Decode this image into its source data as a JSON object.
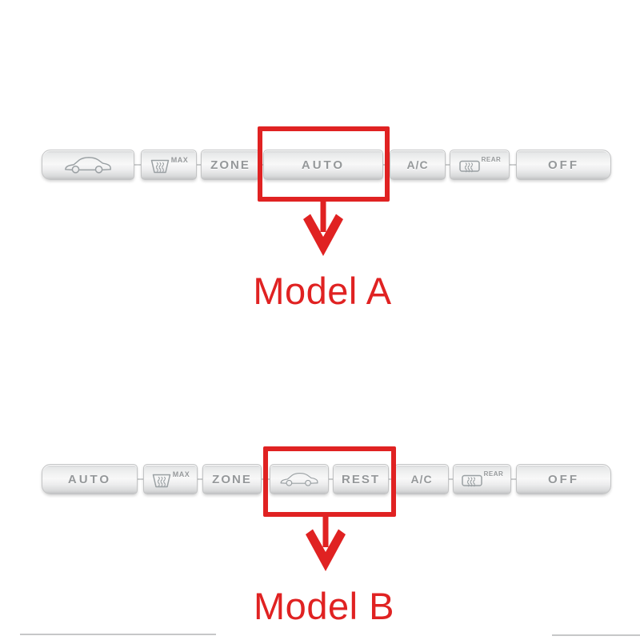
{
  "colors": {
    "accent_red": "#e02222",
    "button_text": "#95989a"
  },
  "model_a": {
    "label": "Model A",
    "buttons": [
      {
        "name": "recirculation",
        "icon": "car-icon"
      },
      {
        "name": "defrost-max",
        "icon": "windshield-defrost-icon",
        "label": "MAX"
      },
      {
        "name": "zone",
        "label": "ZONE"
      },
      {
        "name": "auto",
        "label": "AUTO",
        "highlighted": true
      },
      {
        "name": "ac",
        "label": "A/C"
      },
      {
        "name": "rear-defrost",
        "icon": "rear-defrost-icon",
        "label": "REAR"
      },
      {
        "name": "off",
        "label": "OFF"
      }
    ]
  },
  "model_b": {
    "label": "Model B",
    "buttons": [
      {
        "name": "auto",
        "label": "AUTO"
      },
      {
        "name": "defrost-max",
        "icon": "windshield-defrost-icon",
        "label": "MAX"
      },
      {
        "name": "zone",
        "label": "ZONE"
      },
      {
        "name": "recirculation",
        "icon": "car-icon",
        "highlighted": true
      },
      {
        "name": "rest",
        "label": "REST",
        "highlighted": true
      },
      {
        "name": "ac",
        "label": "A/C"
      },
      {
        "name": "rear-defrost",
        "icon": "rear-defrost-icon",
        "label": "REAR"
      },
      {
        "name": "off",
        "label": "OFF"
      }
    ]
  }
}
